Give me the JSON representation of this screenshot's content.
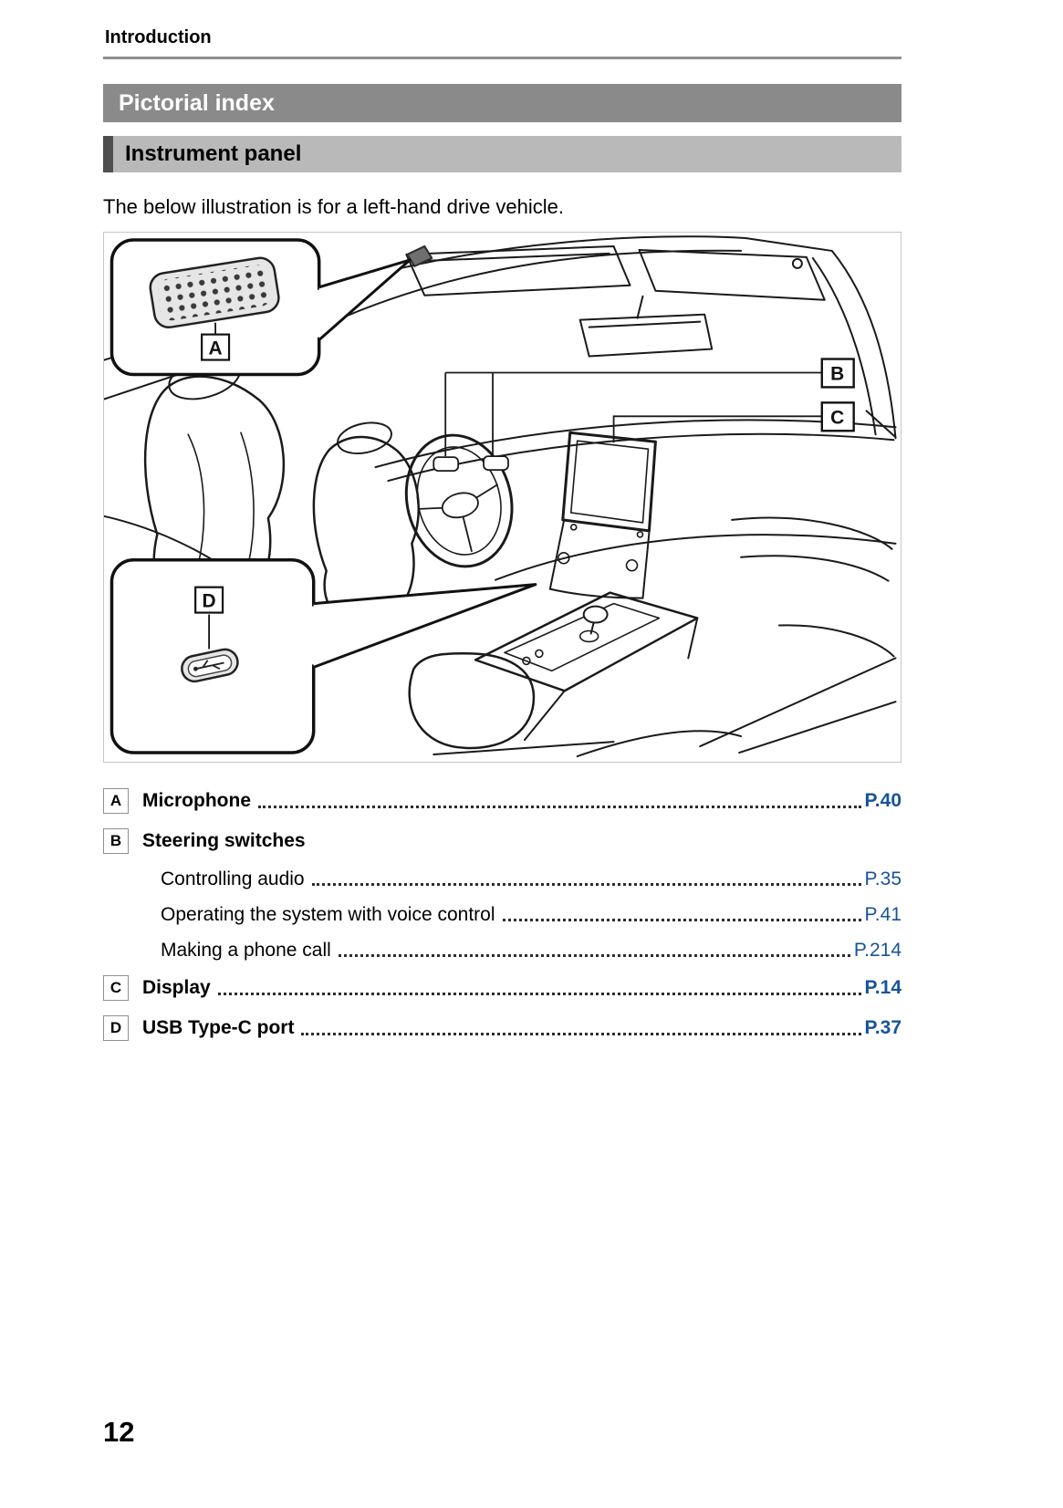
{
  "colors": {
    "banner_primary_bg": "#8a8a8a",
    "banner_primary_text": "#ffffff",
    "banner_secondary_bg": "#b9b9b9",
    "banner_secondary_accent": "#4e4e4e",
    "page_ref_link": "#16539c"
  },
  "header": {
    "section": "Introduction"
  },
  "banners": {
    "primary": "Pictorial index",
    "secondary": "Instrument panel"
  },
  "intro": {
    "text": "The below illustration is for a left-hand drive vehicle."
  },
  "illustration": {
    "callouts": [
      "A",
      "B",
      "C",
      "D"
    ]
  },
  "index": {
    "items": [
      {
        "label": "A",
        "title": "Microphone",
        "page": "P.40"
      },
      {
        "label": "B",
        "title": "Steering switches",
        "children": [
          {
            "title": "Controlling audio",
            "page": "P.35"
          },
          {
            "title": "Operating the system with voice control",
            "page": "P.41"
          },
          {
            "title": "Making a phone call",
            "page": "P.214"
          }
        ]
      },
      {
        "label": "C",
        "title": "Display",
        "page": "P.14"
      },
      {
        "label": "D",
        "title": "USB Type-C port",
        "page": "P.37"
      }
    ]
  },
  "footer": {
    "page_number": "12"
  }
}
